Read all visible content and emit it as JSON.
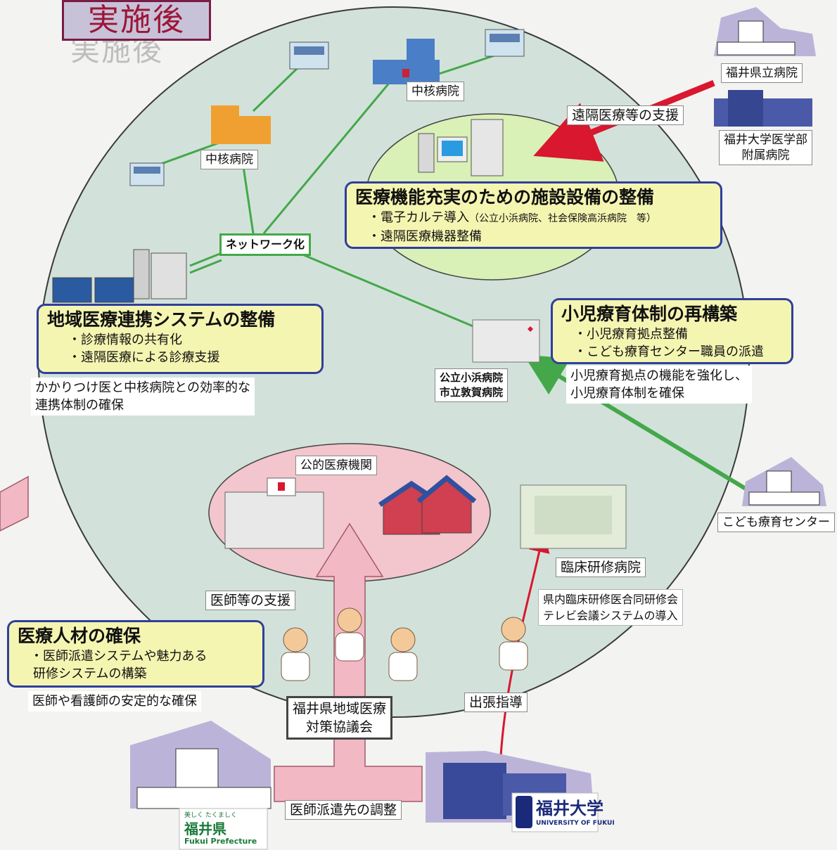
{
  "title": "実施後",
  "labels": {
    "hub_top": "中核病院",
    "hub_left": "中核病院",
    "network": "ネットワーク化",
    "pref_hospital": "福井県立病院",
    "univ_hospital_line1": "福井大学医学部",
    "univ_hospital_line2": "附属病院",
    "remote_support": "遠隔医療等の支援",
    "obama_line1": "公立小浜病院",
    "obama_line2": "市立敦賀病院",
    "public_facility": "公的医療機関",
    "clinical_hospital": "臨床研修病院",
    "kodomo_center": "こども療育センター",
    "doctor_support": "医師等の支援",
    "council_line1": "福井県地域医療",
    "council_line2": "対策協議会",
    "business_trip": "出張指導",
    "dispatch_coord": "医師派遣先の調整"
  },
  "boxes": {
    "facility": {
      "title": "医療機能充実のための施設設備の整備",
      "item1_main": "・電子カルテ導入",
      "item1_note": "（公立小浜病院、社会保険高浜病院　等）",
      "item2": "・遠隔医療機器整備"
    },
    "regional": {
      "title": "地域医療連携システムの整備",
      "item1": "・診療情報の共有化",
      "item2": "・遠隔医療による診療支援"
    },
    "pediatric": {
      "title": "小児療育体制の再構築",
      "item1": "・小児療育拠点整備",
      "item2": "・こども療育センター職員の派遣"
    },
    "personnel": {
      "title": "医療人材の確保",
      "item1": "・医師派遣システムや魅力ある",
      "item2": "研修システムの構築"
    }
  },
  "notes": {
    "regional_line1": "かかりつけ医と中核病院との効率的な",
    "regional_line2": "連携体制の確保",
    "pediatric_line1": "小児療育拠点の機能を強化し、",
    "pediatric_line2": "小児療育体制を確保",
    "clinical_line1": "県内臨床研修医合同研修会",
    "clinical_line2": "テレビ会議システムの導入",
    "personnel_note": "医師や看護師の安定的な確保"
  },
  "logos": {
    "fukui_pref_tagline": "美しく たくましく",
    "fukui_pref_jp": "福井県",
    "fukui_pref_en": "Fukui Prefecture",
    "fukui_univ_jp": "福井大学",
    "fukui_univ_en": "UNIVERSITY OF FUKUI"
  },
  "colors": {
    "circle_fill": "#d2e2da",
    "green_link": "#44a84a",
    "red_arrow": "#d9172e",
    "pink_arrow": "#f2b8c3",
    "box_fill": "#f5f5b2",
    "box_border": "#2f3f9c"
  }
}
